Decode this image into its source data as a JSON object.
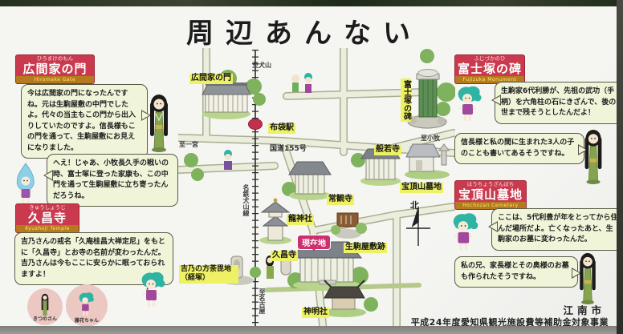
{
  "title": "周辺あんない",
  "colors": {
    "header_red": "#c93a4e",
    "header_en_bg": "#b5791f",
    "map_label_yellow": "#edf163",
    "current_location_pink": "#ce2f6d",
    "bubble_bg": "#f0f5da",
    "station_red": "#c2304e"
  },
  "left": {
    "s1": {
      "furigana": "ひろまけのもん",
      "heading": "広間家の門",
      "en": "Hiromake Gate",
      "bubble1": "今は広間家の門になったんですね。元は生駒屋敷の中門でしたよ。代々の当主もこの門から出入りしていたのですよ。信長様もこの門を通って、生駒屋敷にお見えになりました。",
      "bubble2": "へえ！じゃあ、小牧長久手の戦いの時、富士塚に登った家康も、この中門を通って生駒屋敷に立ち寄ったんだろうね。"
    },
    "s2": {
      "furigana": "きゅうしょうじ",
      "heading": "久昌寺",
      "en": "Kyushoji Temple",
      "bubble1": "吉乃さんの戒名「久庵桂昌大禅定尼」をもとに「久昌寺」とお寺の名前が変わったんだ。吉乃さんは今もここに安らかに眠っておられますよ！"
    },
    "badges": {
      "b1": "きつのさん",
      "b2": "藤花ちゃん"
    }
  },
  "right": {
    "s1": {
      "furigana": "ふじづかのひ",
      "heading": "富士塚の碑",
      "en": "Fujizuka Monument",
      "bubble1": "生駒家6代利勝が、先祖の武功（手柄）を六角柱の石にきざんで、後の世まで残そうとしたんだよ！",
      "bubble2": "信長様と私の間に生まれた3人の子のことも書いてあるそうですね。"
    },
    "s2": {
      "furigana": "ほうちょうざんぼち",
      "heading": "宝頂山墓地",
      "en": "Hochozan Cemetery",
      "bubble1": "ここは、5代利豊が年をとってから住んだ場所だよ。亡くなったあと、生駒家のお墓に変わったんだ。",
      "bubble2": "私の兄、家長様とその奥様のお墓も作られたそうですね。"
    }
  },
  "map": {
    "station": "布袋駅",
    "rail_line": "名鉄犬山線",
    "route155": "国道155号",
    "to_inuyama": "至犬山",
    "to_nagoya": "至名古屋",
    "to_ichinomiya": "至一宮",
    "to_komaki": "至小牧",
    "north": "北",
    "current_location": "現在地",
    "places": {
      "hiromake": "広間家の門",
      "fujizuka": "富士塚の碑",
      "hannyaji": "般若寺",
      "hochozan": "宝頂山墓地",
      "jokanji": "常観寺",
      "ryujinja": "龍神社",
      "kyushoji": "久昌寺",
      "ikoma": "生駒屋敷跡",
      "dabi": "吉乃の方荼毘地（経塚）",
      "shinmeisha": "神明社"
    }
  },
  "footer": {
    "city": "江南市",
    "note": "平成24年度愛知県観光施設費等補助金対象事業"
  }
}
